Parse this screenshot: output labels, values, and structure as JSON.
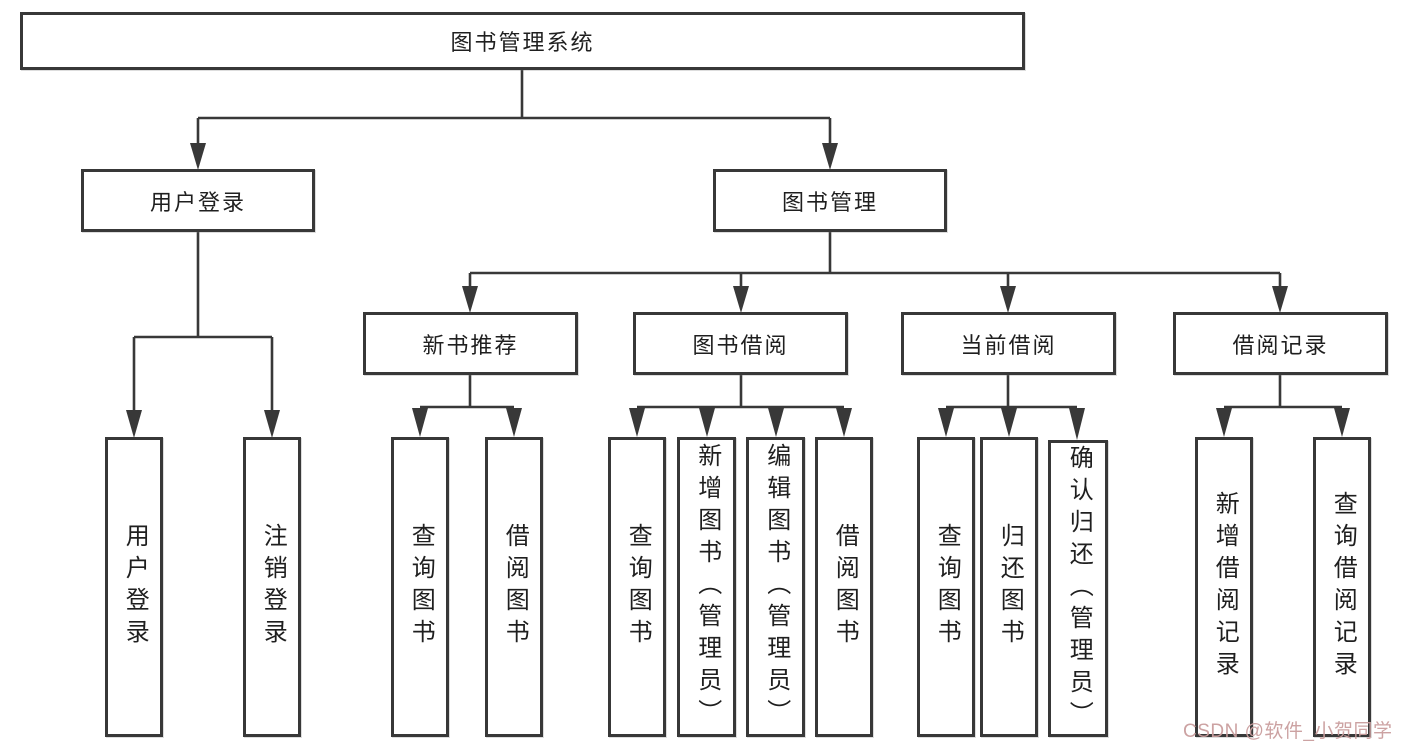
{
  "colors": {
    "line": "#383838",
    "box_border": "#383838",
    "text": "#1f1f1f",
    "watermark": "#c99d9d",
    "background": "#ffffff"
  },
  "tree": {
    "root": "图书管理系统",
    "children": [
      {
        "label": "用户登录",
        "children": [
          "用户登录",
          "注销登录"
        ]
      },
      {
        "label": "图书管理",
        "children": [
          {
            "label": "新书推荐",
            "children": [
              "查询图书",
              "借阅图书"
            ]
          },
          {
            "label": "图书借阅",
            "children": [
              "查询图书",
              "新增图书（管理员）",
              "编辑图书（管理员）",
              "借阅图书"
            ]
          },
          {
            "label": "当前借阅",
            "children": [
              "查询图书",
              "归还图书",
              "确认归还（管理员）"
            ]
          },
          {
            "label": "借阅记录",
            "children": [
              "新增借阅记录",
              "查询借阅记录"
            ]
          }
        ]
      }
    ]
  },
  "watermark": {
    "text": "CSDN @软件_小贺同学"
  }
}
